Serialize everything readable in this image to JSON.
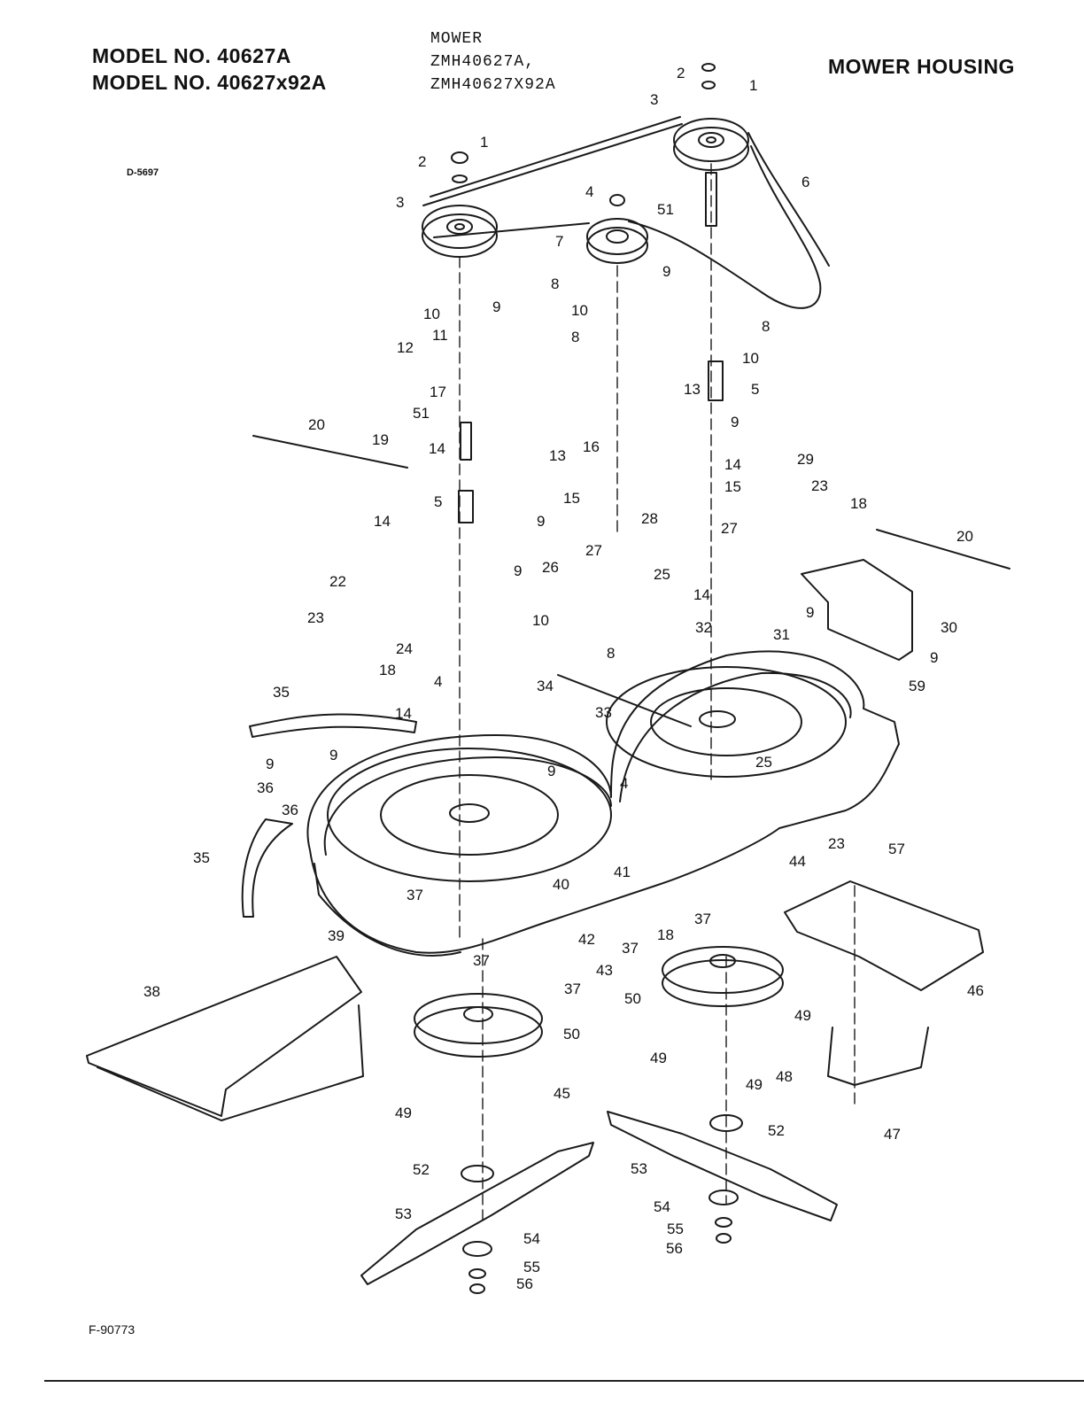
{
  "header": {
    "model_line_1": "MODEL NO. 40627A",
    "model_line_2": "MODEL NO. 40627x92A",
    "product": "MOWER",
    "product_code_1": "ZMH40627A,",
    "product_code_2": "ZMH40627X92A",
    "section_title": "MOWER HOUSING"
  },
  "codes": {
    "diagram_code": "D-5697",
    "figure_code": "F-90773"
  },
  "callouts": [
    "1",
    "2",
    "3",
    "1",
    "2",
    "3",
    "4",
    "51",
    "6",
    "7",
    "8",
    "9",
    "10",
    "9",
    "10",
    "8",
    "11",
    "12",
    "8",
    "10",
    "13",
    "5",
    "17",
    "16",
    "9",
    "51",
    "13",
    "14",
    "14",
    "20",
    "19",
    "15",
    "15",
    "29",
    "23",
    "18",
    "5",
    "9",
    "28",
    "27",
    "20",
    "14",
    "9",
    "25",
    "27",
    "26",
    "14",
    "30",
    "22",
    "32",
    "31",
    "9",
    "9",
    "24",
    "23",
    "10",
    "8",
    "18",
    "4",
    "34",
    "59",
    "35",
    "14",
    "33",
    "9",
    "9",
    "9",
    "25",
    "36",
    "36",
    "4",
    "23",
    "35",
    "37",
    "41",
    "44",
    "40",
    "57",
    "37",
    "39",
    "18",
    "42",
    "37",
    "37",
    "43",
    "37",
    "46",
    "38",
    "50",
    "50",
    "49",
    "49",
    "49",
    "45",
    "48",
    "49",
    "52",
    "47",
    "52",
    "53",
    "53",
    "54",
    "54",
    "55",
    "55",
    "56",
    "56"
  ],
  "colors": {
    "ink": "#1a1a1a",
    "paper": "#ffffff"
  }
}
